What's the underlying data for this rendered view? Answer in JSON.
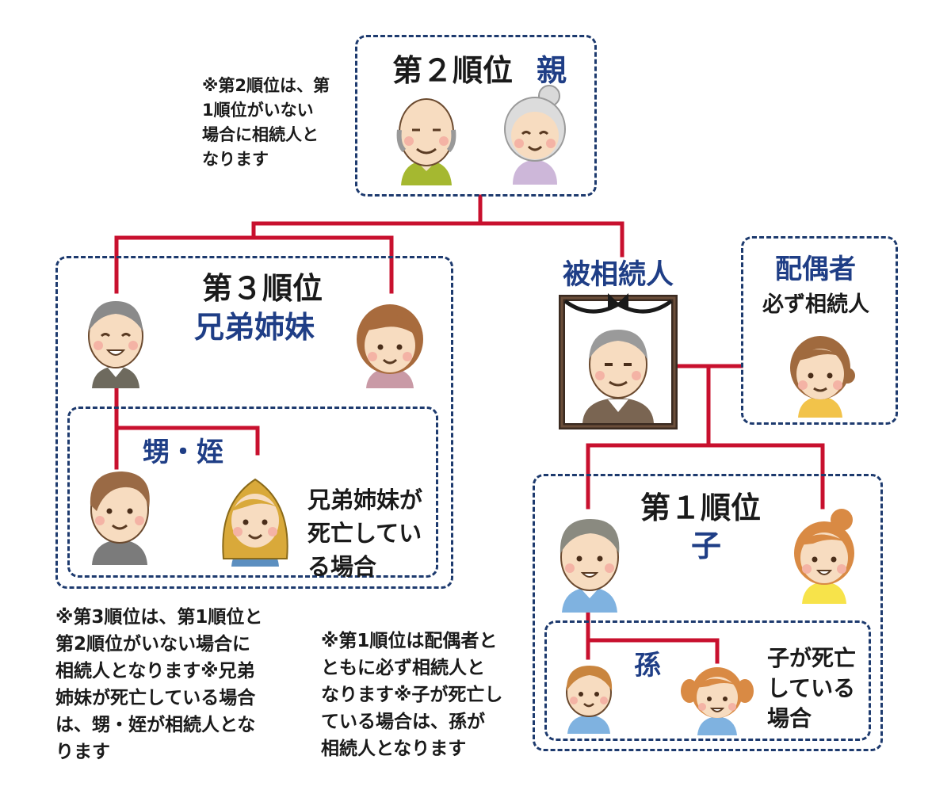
{
  "second": {
    "rank": "第２順位",
    "relation": "親",
    "note": "※第2順位は、第\n1順位がいない\n場合に相続人と\nなります"
  },
  "third": {
    "rank": "第３順位",
    "relation": "兄弟姉妹",
    "sub_relation": "甥・姪",
    "sub_desc": "兄弟姉妹が\n死亡してい\nる場合",
    "note": "※第3順位は、第1順位と\n第2順位がいない場合に\n相続人となります※兄弟\n姉妹が死亡している場合\nは、甥・姪が相続人とな\nります"
  },
  "deceased": {
    "label": "被相続人"
  },
  "spouse": {
    "label": "配偶者",
    "desc": "必ず相続人"
  },
  "first": {
    "rank": "第１順位",
    "relation": "子",
    "sub_relation": "孫",
    "sub_desc": "子が死亡\nしている\n場合",
    "note": "※第1順位は配偶者と\nともに必ず相続人と\nなります※子が死亡し\nている場合は、孫が\n相続人となります"
  },
  "colors": {
    "line": "#c8102e",
    "border": "#1d3a6e",
    "accent": "#1f3e86"
  }
}
